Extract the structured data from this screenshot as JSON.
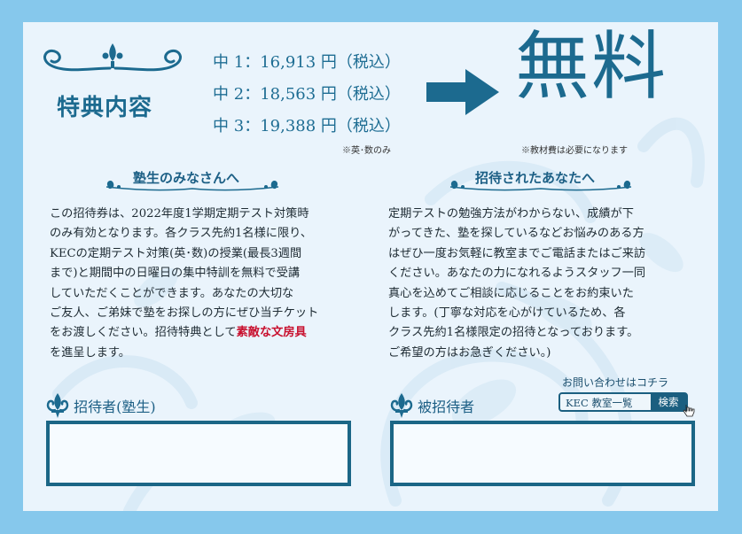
{
  "header": {
    "title": "特典内容",
    "prices": [
      {
        "grade": "中 1",
        "price": "16,913 円",
        "tax": "（税込）"
      },
      {
        "grade": "中 2",
        "price": "18,563 円",
        "tax": "（税込）"
      },
      {
        "grade": "中 3",
        "price": "19,388 円",
        "tax": "（税込）"
      }
    ],
    "price_note": "※英･数のみ",
    "free_text": "無料",
    "free_note": "※教材費は必要になります"
  },
  "left_section": {
    "heading": "塾生のみなさんへ",
    "lines": [
      "この招待券は、2022年度1学期定期テスト対策時",
      "のみ有効となります。各クラス先約1名様に限り、",
      "KECの定期テスト対策(英･数)の授業(最長3週間",
      "まで)と期間中の日曜日の集中特訓を無料で受講",
      "していただくことができます。あなたの大切な",
      "ご友人、ご弟妹で塾をお探しの方にぜひ当チケット"
    ],
    "line7_prefix": "をお渡しください。招待特典として",
    "line7_highlight": "素敵な文房具",
    "line8": "を進呈します。",
    "field_label": "招待者(塾生)"
  },
  "right_section": {
    "heading": "招待されたあなたへ",
    "lines": [
      "定期テストの勉強方法がわからない、成績が下",
      "がってきた、塾を探しているなどお悩みのある方",
      "はぜひ一度お気軽に教室までご電話またはご来訪",
      "ください。あなたの力になれるようスタッフ一同",
      "真心を込めてご相談に応じることをお約束いた",
      "します。(丁寧な対応を心がけているため、各",
      "クラス先約1名様限定の招待となっております。",
      "ご希望の方はお急ぎください。)"
    ],
    "field_label": "被招待者"
  },
  "contact": {
    "title": "お問い合わせはコチラ",
    "search_keywords": "KEC  教室一覧",
    "search_button": "検索"
  },
  "colors": {
    "outer": "#86c8ec",
    "card": "#eaf4fc",
    "primary": "#1c6a8f",
    "highlight": "#c8102e"
  }
}
